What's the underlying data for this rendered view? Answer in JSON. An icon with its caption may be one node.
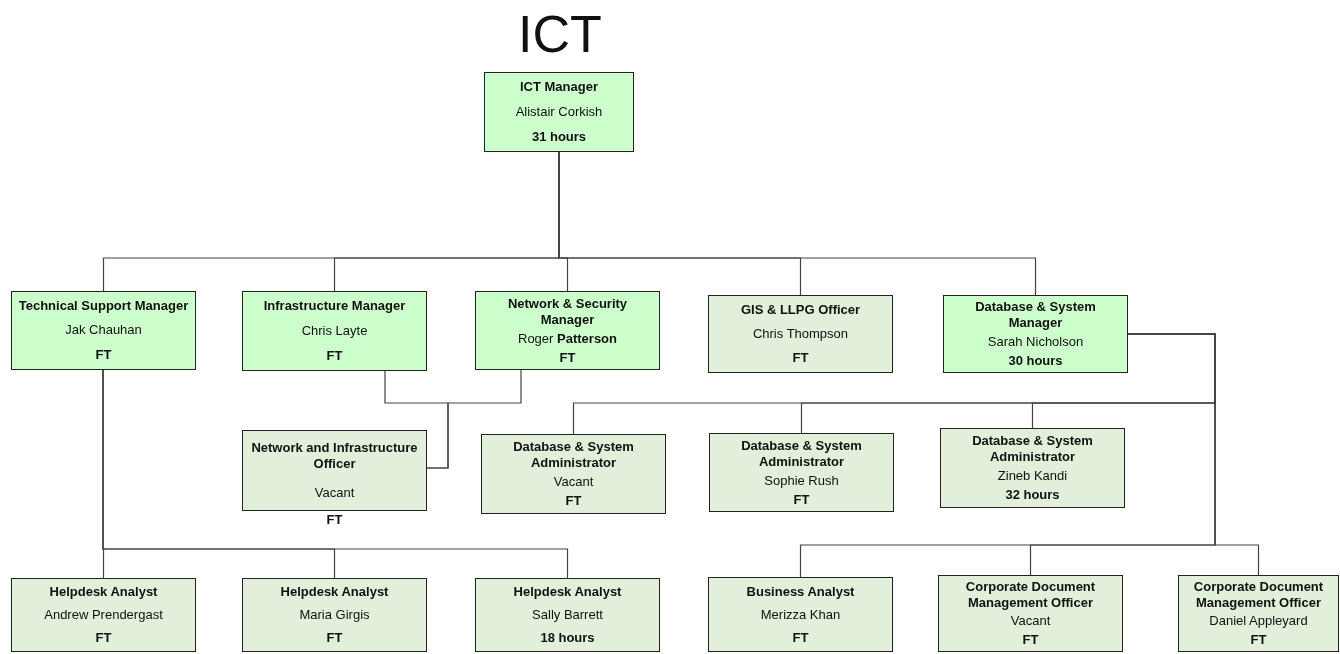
{
  "diagram": {
    "title": "ICT",
    "nodes": [
      {
        "text": [
          "ICT Manager",
          "Alistair Corkish",
          "31 hours"
        ]
      },
      {
        "text": [
          "Technical Support Manager",
          "Jak Chauhan",
          "FT"
        ]
      },
      {
        "text": [
          "Infrastructure Manager",
          "Chris Layte",
          "FT"
        ]
      },
      {
        "text": [
          "Network & Security Manager",
          "Roger **Patterson**",
          "FT"
        ]
      },
      {
        "text": [
          "GIS & LLPG Officer",
          "Chris Thompson",
          "FT"
        ]
      },
      {
        "text": [
          "Database & System Manager",
          "Sarah Nicholson",
          "30 hours"
        ]
      },
      {
        "text": [
          "Network and Infrastructure Officer",
          "Vacant"
        ],
        "beside": [
          "FT"
        ]
      },
      {
        "text": [
          "Database & System Administrator",
          "Vacant",
          "FT"
        ]
      },
      {
        "text": [
          "Database & System Administrator",
          "Sophie Rush",
          "FT"
        ]
      },
      {
        "text": [
          "Database & System Administrator",
          "Zineb Kandi",
          "32 hours"
        ]
      },
      {
        "text": [
          "Helpdesk Analyst",
          "Andrew Prendergast",
          "FT"
        ]
      },
      {
        "text": [
          "Helpdesk Analyst",
          "Maria Girgis",
          "FT"
        ]
      },
      {
        "text": [
          "Helpdesk Analyst",
          "Sally Barrett",
          "18 hours"
        ]
      },
      {
        "text": [
          "Business Analyst",
          "Merizza Khan",
          "FT"
        ]
      },
      {
        "text": [
          "Corporate Document Management Officer",
          "Vacant",
          "FT"
        ]
      },
      {
        "text": [
          "Corporate Document Management Officer",
          "Daniel Appleyard",
          "FT"
        ]
      }
    ],
    "edges": [
      {
        "from": 0,
        "to": 1,
        "arrow": "none"
      },
      {
        "from": 0,
        "to": 2,
        "arrow": "none"
      },
      {
        "from": 0,
        "to": 3,
        "arrow": "none"
      },
      {
        "from": 0,
        "to": 4,
        "arrow": "none"
      },
      {
        "from": 0,
        "to": 5,
        "arrow": "none"
      },
      {
        "from": 2,
        "to": 6,
        "arrow": "none"
      },
      {
        "from": 3,
        "to": 6,
        "arrow": "none"
      },
      {
        "from": 5,
        "to": 7,
        "arrow": "none"
      },
      {
        "from": 5,
        "to": 8,
        "arrow": "none"
      },
      {
        "from": 5,
        "to": 9,
        "arrow": "none"
      },
      {
        "from": 1,
        "to": 10,
        "arrow": "none"
      },
      {
        "from": 1,
        "to": 11,
        "arrow": "none"
      },
      {
        "from": 1,
        "to": 12,
        "arrow": "none"
      },
      {
        "from": 5,
        "to": 13,
        "arrow": "none"
      },
      {
        "from": 5,
        "to": 14,
        "arrow": "none"
      },
      {
        "from": 5,
        "to": 15,
        "arrow": "none"
      }
    ]
  }
}
